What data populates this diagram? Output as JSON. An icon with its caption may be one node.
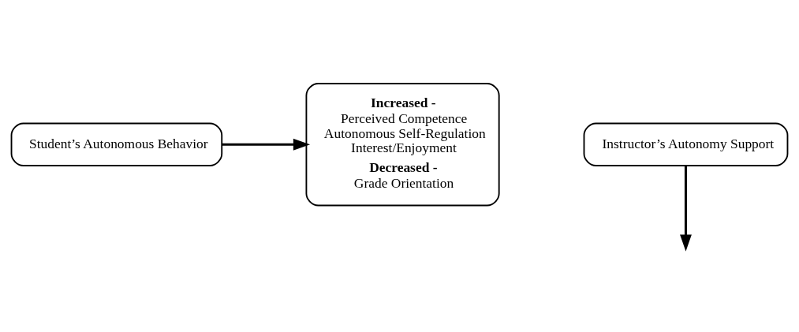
{
  "diagram": {
    "nodes": [
      {
        "text": [
          "Student’s Autonomous Behavior"
        ]
      },
      {
        "text": [
          "Instructor’s Autonomy Support"
        ]
      },
      {
        "text": [
          "Increased -",
          "Perceived Competence",
          "Autonomous Self-Regulation",
          "Interest/Enjoyment",
          "Decreased -",
          "Grade Orientation"
        ]
      }
    ],
    "edges": [
      {
        "from": 0,
        "to": 2,
        "arrow": "to"
      },
      {
        "from": 1,
        "to": null,
        "arrow": "to"
      }
    ]
  }
}
